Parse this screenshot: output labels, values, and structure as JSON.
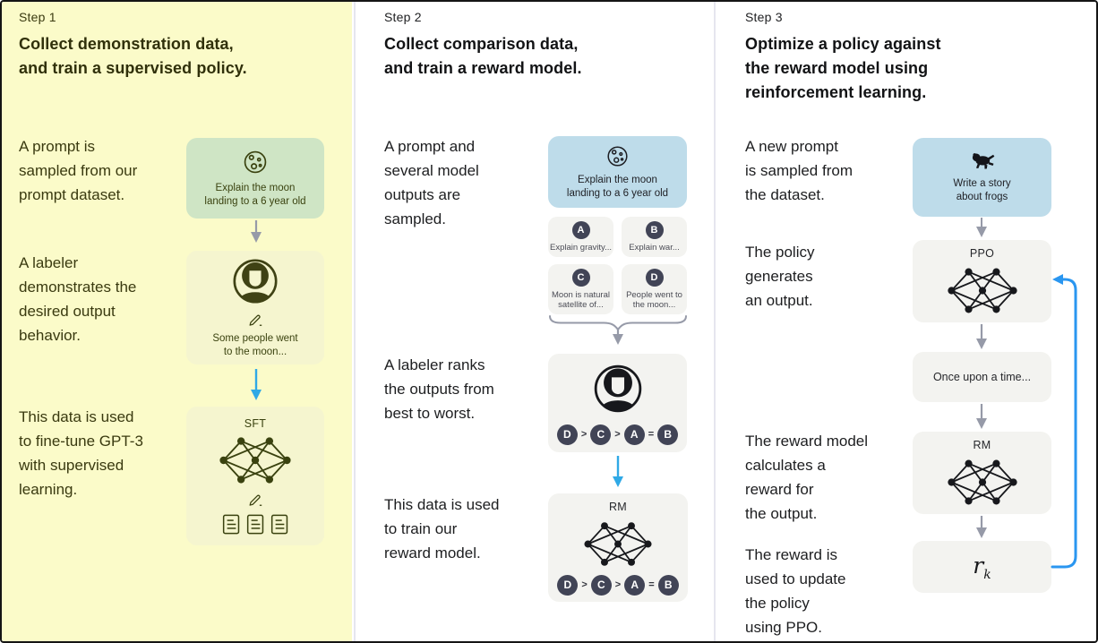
{
  "step1": {
    "label": "Step 1",
    "title": "Collect demonstration data,\nand train a supervised policy.",
    "para1": "A prompt is\nsampled from our\nprompt dataset.",
    "para2": "A labeler\ndemonstrates the\ndesired output\nbehavior.",
    "para3": "This data is used\nto fine-tune GPT-3\nwith supervised\nlearning.",
    "prompt_card": "Explain the moon\nlanding to a 6 year old",
    "labeler_card": "Some people went\nto the moon...",
    "sft_label": "SFT"
  },
  "step2": {
    "label": "Step 2",
    "title": "Collect comparison data,\nand train a reward model.",
    "para1": "A prompt and\nseveral model\noutputs are\nsampled.",
    "para2": "A labeler ranks\nthe outputs from\nbest to worst.",
    "para3": "This data is used\nto train our\nreward model.",
    "prompt_card": "Explain the moon\nlanding to a 6 year old",
    "outputs": [
      {
        "badge": "A",
        "text": "Explain gravity..."
      },
      {
        "badge": "B",
        "text": "Explain war..."
      },
      {
        "badge": "C",
        "text": "Moon is natural\nsatellite of..."
      },
      {
        "badge": "D",
        "text": "People went to\nthe moon..."
      }
    ],
    "ranking": {
      "badges": [
        "D",
        "C",
        "A",
        "B"
      ],
      "seps": [
        ">",
        ">",
        "="
      ]
    },
    "rm_label": "RM"
  },
  "step3": {
    "label": "Step 3",
    "title": "Optimize a policy against\nthe reward model using\nreinforcement learning.",
    "para1": "A new prompt\nis sampled from\nthe dataset.",
    "para2": "The policy\ngenerates\nan output.",
    "para3": "The reward model\ncalculates a\nreward for\nthe output.",
    "para4": "The reward is\nused to update\nthe policy\nusing PPO.",
    "prompt_card": "Write a story\nabout frogs",
    "ppo_label": "PPO",
    "output_card": "Once upon a time...",
    "rm_label": "RM",
    "reward_base": "r",
    "reward_sub": "k"
  },
  "colors": {
    "yellow_column": "#fbfbc9",
    "green_card": "#cfe5c5",
    "blue_card": "#bedcea",
    "gray_card": "#f3f3f0",
    "badge": "#414456",
    "arrow_gray": "#969aa8",
    "arrow_cyan": "#2fa9e6",
    "arrow_loop_blue": "#2a96f0"
  }
}
